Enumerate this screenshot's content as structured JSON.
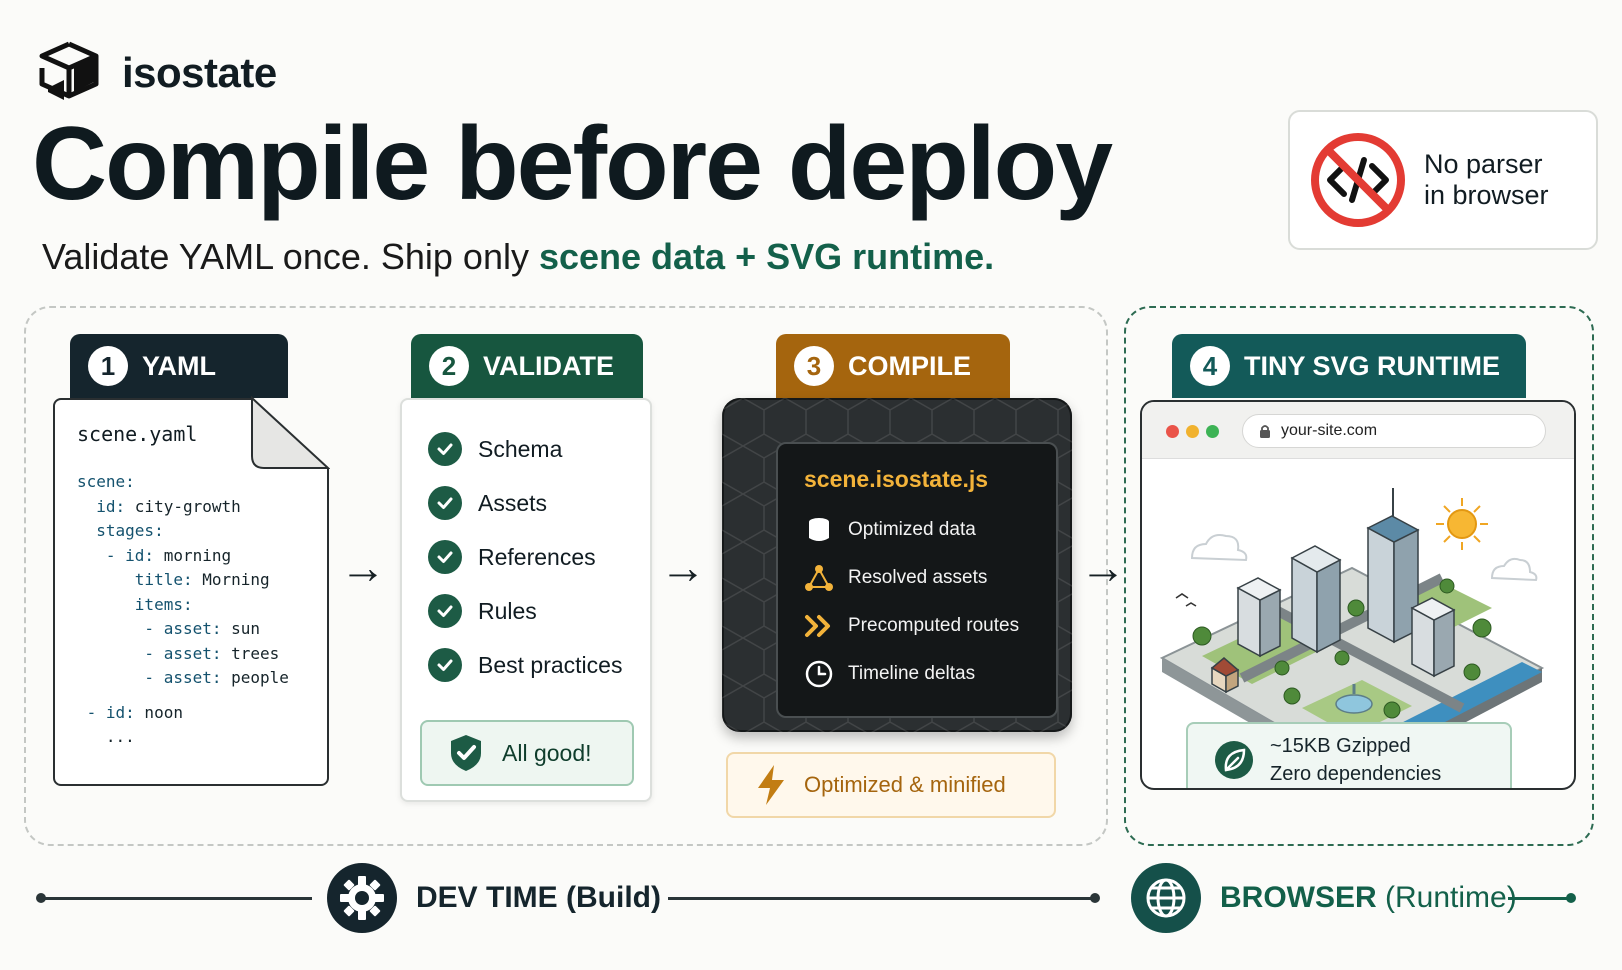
{
  "brand": {
    "name": "isostate"
  },
  "headline": "Compile before deploy",
  "subline": {
    "prefix": "Validate YAML once. Ship only ",
    "highlight": "scene data + SVG runtime."
  },
  "callout": {
    "line1": "No parser",
    "line2": "in browser"
  },
  "steps": [
    {
      "num": "1",
      "label": "YAML",
      "color": "#15252d"
    },
    {
      "num": "2",
      "label": "VALIDATE",
      "color": "#17563f"
    },
    {
      "num": "3",
      "label": "COMPILE",
      "color": "#a5650e"
    },
    {
      "num": "4",
      "label": "TINY SVG RUNTIME",
      "color": "#135a59"
    }
  ],
  "yaml": {
    "filename": "scene.yaml",
    "lines": [
      {
        "k": "scene:",
        "v": ""
      },
      {
        "k": "  id:",
        "v": " city-growth"
      },
      {
        "k": "  stages:",
        "v": ""
      },
      {
        "k": "   - id:",
        "v": " morning"
      },
      {
        "k": "      title:",
        "v": " Morning"
      },
      {
        "k": "      items:",
        "v": ""
      },
      {
        "k": "       - asset:",
        "v": " sun"
      },
      {
        "k": "       - asset:",
        "v": " trees"
      },
      {
        "k": "       - asset:",
        "v": " people"
      },
      {
        "k": "",
        "v": ""
      },
      {
        "k": " - id:",
        "v": " noon"
      },
      {
        "k": "",
        "v": "   ..."
      }
    ]
  },
  "validate": {
    "items": [
      "Schema",
      "Assets",
      "References",
      "Rules",
      "Best practices"
    ],
    "status": "All good!"
  },
  "compile": {
    "filename": "scene.isostate.js",
    "items": [
      {
        "icon": "database-icon",
        "label": "Optimized data"
      },
      {
        "icon": "graph-nodes-icon",
        "label": "Resolved assets"
      },
      {
        "icon": "double-chevron-icon",
        "label": "Precomputed routes"
      },
      {
        "icon": "clock-icon",
        "label": "Timeline deltas"
      }
    ],
    "badge": "Optimized & minified"
  },
  "runtime": {
    "url": "your-site.com",
    "size": "~15KB Gzipped",
    "deps": "Zero dependencies"
  },
  "footer": {
    "dev": "DEV TIME (Build)",
    "browser_strong": "BROWSER",
    "browser_rest": " (Runtime)"
  },
  "colors": {
    "green": "#13604a",
    "amber": "#a5650e",
    "teal": "#135a59",
    "dark": "#15252d"
  }
}
